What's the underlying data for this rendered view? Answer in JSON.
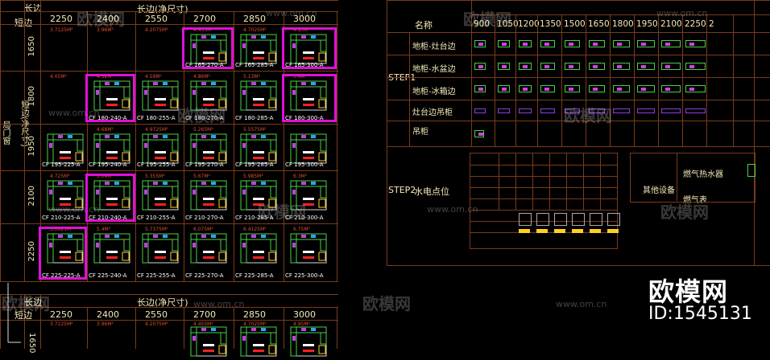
{
  "left_table": {
    "long_edge": "长边",
    "short_edge": "短边",
    "long_edge_net": "长边(净尺寸)",
    "short_edge_net": "短边(净尺寸)",
    "side_label": "局门窗",
    "columns": [
      "2250",
      "2400",
      "2550",
      "2700",
      "2850",
      "3000"
    ],
    "rows": [
      "1650",
      "1800",
      "1950",
      "2100",
      "2250"
    ],
    "areas": [
      [
        "3.7125M²",
        "3.96M²",
        "4.2075M²",
        "4.455M²",
        "4.7025M²",
        "4.95M²"
      ],
      [
        "4.05M²",
        "4.32M²",
        "4.59M²",
        "4.86M²",
        "5.13M²",
        "5.4M²"
      ],
      [
        "",
        "4.68M²",
        "4.9725M²",
        "5.265M²",
        "5.5575M²",
        ""
      ],
      [
        "4.725M²",
        "5.04M²",
        "5.355M²",
        "5.67M²",
        "5.985M²",
        "6.3M²"
      ],
      [
        "5.0625M²",
        "5.4M²",
        "5.7375M²",
        "6.075M²",
        "6.4125M²",
        "6.75M²"
      ]
    ],
    "codes": [
      [
        "",
        "",
        "",
        "CF 165-270-A",
        "CF 165-285-A",
        "CF 165-300-A"
      ],
      [
        "",
        "CF 180-240-A",
        "CF 180-255-A",
        "CF 180-270-A",
        "CF 180-285-A",
        "CF 180-300-A"
      ],
      [
        "CF 195-225-A",
        "CF 195-240-A",
        "CF 195-255-A",
        "CF 195-270-A",
        "CF 195-285-A",
        "CF 195-300-A"
      ],
      [
        "CF 210-225-A",
        "CF 210-240-A",
        "CF 210-255-A",
        "CF 210-270-A",
        "CF 210-285-A",
        "CF 210-300-A"
      ],
      [
        "CF 225-225-A",
        "CF 225-240-A",
        "CF 225-255-A",
        "CF 225-270-A",
        "CF 225-285-A",
        "CF 225-300-A"
      ]
    ],
    "highlights": [
      [
        0,
        3
      ],
      [
        0,
        5
      ],
      [
        1,
        1
      ],
      [
        1,
        5
      ],
      [
        3,
        1
      ],
      [
        4,
        0
      ]
    ],
    "bottom_columns": [
      "2250",
      "2400",
      "2550",
      "2700",
      "2850",
      "3000"
    ],
    "bottom_areas": [
      "3.7125M²",
      "3.96M²",
      "4.2075M²",
      "4.455M²",
      "4.7025M²",
      "4.95M²"
    ],
    "bottom_row": "1650"
  },
  "right_table": {
    "name_header": "名称",
    "sizes": [
      "900",
      "1050",
      "1200",
      "1350",
      "1500",
      "1650",
      "1800",
      "1950",
      "2100",
      "2250",
      "2"
    ],
    "step1": "STEP1",
    "step2": "STEP2",
    "rows": [
      "地柜-灶台边",
      "地柜-水盆边",
      "地柜-冰箱边",
      "灶台边吊柜",
      "吊柜"
    ],
    "water_electric": "水电点位",
    "other_equipment": "其他设备",
    "gas_heater": "燃气热水器",
    "gas_meter": "燃气表"
  },
  "watermark": {
    "site": "www.om.cn",
    "brand": "欧模网",
    "id_label": "ID:1545131"
  },
  "colors": {
    "background": "#000000",
    "grid_line": "#7a3b1a",
    "highlight": "#e010d8",
    "text": "#f5e9b8"
  }
}
